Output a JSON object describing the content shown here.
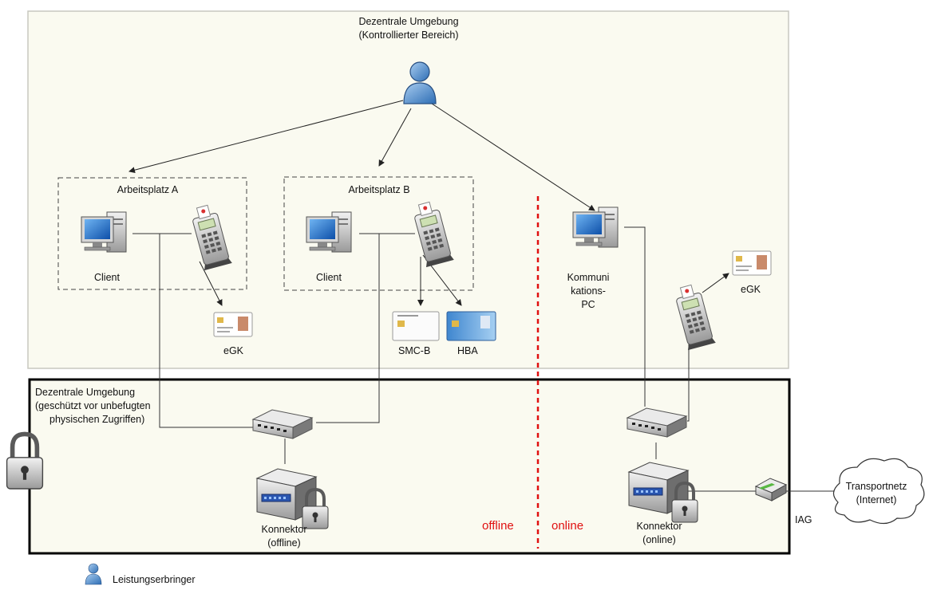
{
  "upper_zone": {
    "title_line1": "Dezentrale Umgebung",
    "title_line2": "(Kontrollierter Bereich)"
  },
  "lower_zone": {
    "title_line1": "Dezentrale Umgebung",
    "title_line2": "(geschützt vor unbefugten",
    "title_line3": "physischen Zugriffen)"
  },
  "workplace_a": {
    "label": "Arbeitsplatz A",
    "client_label": "Client",
    "card_label": "eGK"
  },
  "workplace_b": {
    "label": "Arbeitsplatz B",
    "client_label": "Client",
    "card1_label": "SMC-B",
    "card2_label": "HBA"
  },
  "comm_pc": {
    "line1": "Kommuni",
    "line2": "kations-",
    "line3": "PC",
    "card_label": "eGK"
  },
  "konnektor_offline": {
    "line1": "Konnektor",
    "line2": "(offline)"
  },
  "konnektor_online": {
    "line1": "Konnektor",
    "line2": "(online)"
  },
  "divider": {
    "left_label": "offline",
    "right_label": "online",
    "color": "#e01010"
  },
  "iag_label": "IAG",
  "network": {
    "line1": "Transportnetz",
    "line2": "(Internet)"
  },
  "legend": {
    "label": "Leistungserbringer"
  },
  "colors": {
    "upper_fill": "#fafaf0",
    "upper_border": "#c8c8c0",
    "lower_fill": "#fafaf0",
    "lower_border": "#000000",
    "user_blue": "#3f7fc4"
  }
}
